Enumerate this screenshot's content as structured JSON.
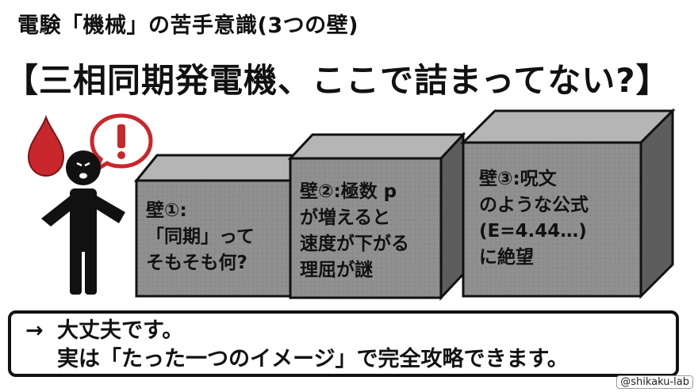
{
  "header": {
    "subtitle": "電験「機械」の苦手意識(3つの壁)",
    "title": "【三相同期発電機、ここで詰まってない?】"
  },
  "walls": [
    {
      "label": "壁①:\n「同期」って\nそもそも何?"
    },
    {
      "label": "壁②:極数 p\nが増えると\n速度が下がる\n理屈が謎"
    },
    {
      "label": "壁③:呪文\nのような公式\n(E=4.44…)\nに絶望"
    }
  ],
  "figure": {
    "icons": [
      "drop-icon",
      "exclamation-icon",
      "worried-person-icon"
    ],
    "colors": {
      "drop": "#c8272b",
      "wall_front": "#8f8f8f",
      "wall_top": "#b5b5b5",
      "wall_side": "#5d5d5d"
    }
  },
  "callout": {
    "arrow": "→",
    "line1": "大丈夫です。",
    "line2": "実は「たった一つのイメージ」で完全攻略できます。"
  },
  "credit": "@shikaku-lab"
}
